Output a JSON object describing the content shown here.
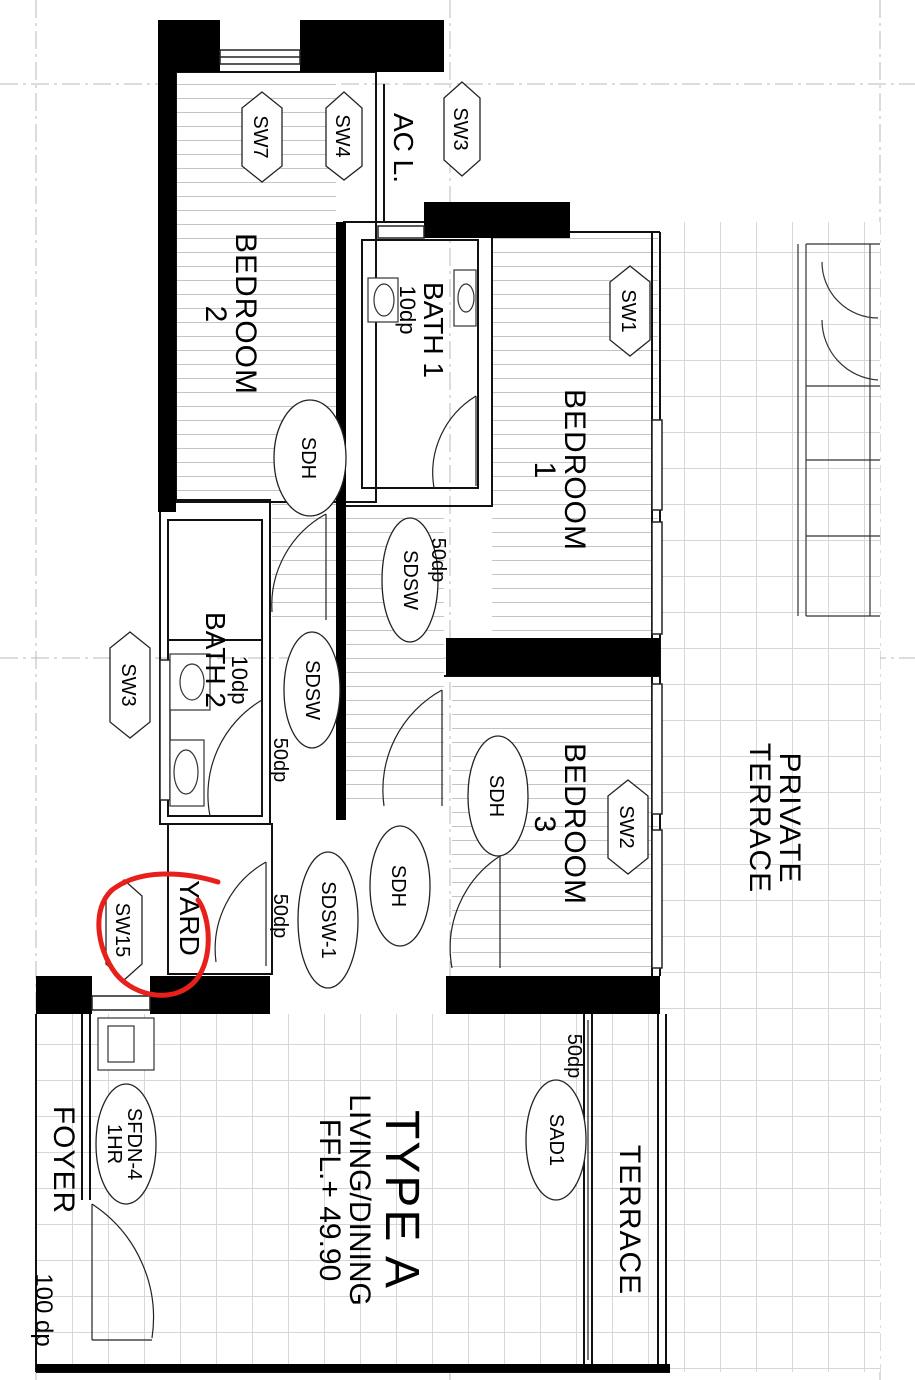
{
  "rooms": {
    "bedroom2": {
      "name": "BEDROOM",
      "number": "2"
    },
    "bedroom1": {
      "name": "BEDROOM",
      "number": "1"
    },
    "bedroom3": {
      "name": "BEDROOM",
      "number": "3"
    },
    "bath1": {
      "name": "BATH 1",
      "drop": "10dp"
    },
    "bath2": {
      "name": "BATH 2",
      "drop": "10dp"
    },
    "ac": "AC L.",
    "yard": "YARD",
    "private_terrace": {
      "line1": "PRIVATE",
      "line2": "TERRACE"
    },
    "terrace": "TERRACE",
    "living": {
      "type": "TYPE A",
      "name": "LIVING/DINING",
      "ffl": "FFL.+ 49.90"
    },
    "foyer": {
      "name": "FOYER",
      "drop": "100 dp"
    }
  },
  "tags": {
    "sw7": "SW7",
    "sw4": "SW4",
    "sw3_top": "SW3",
    "sw1": "SW1",
    "sw2": "SW2",
    "sw3_left": "SW3",
    "sw15": "SW15",
    "sdh_bed2": "SDH",
    "sdh_bed3": "SDH",
    "sdh_living": "SDH",
    "sdsw_bath1": "SDSW",
    "sdsw_bath2": "SDSW",
    "sdsw1": "SDSW-1",
    "sad1": "SAD1",
    "sfdn4": {
      "line1": "SFDN-4",
      "line2": "1HR"
    }
  },
  "drops": {
    "bath1_door": "50dp",
    "bath2_door": "50dp",
    "yard_door": "50dp",
    "terrace_door": "50dp"
  },
  "markup": {
    "circle_color": "#e8201c"
  }
}
